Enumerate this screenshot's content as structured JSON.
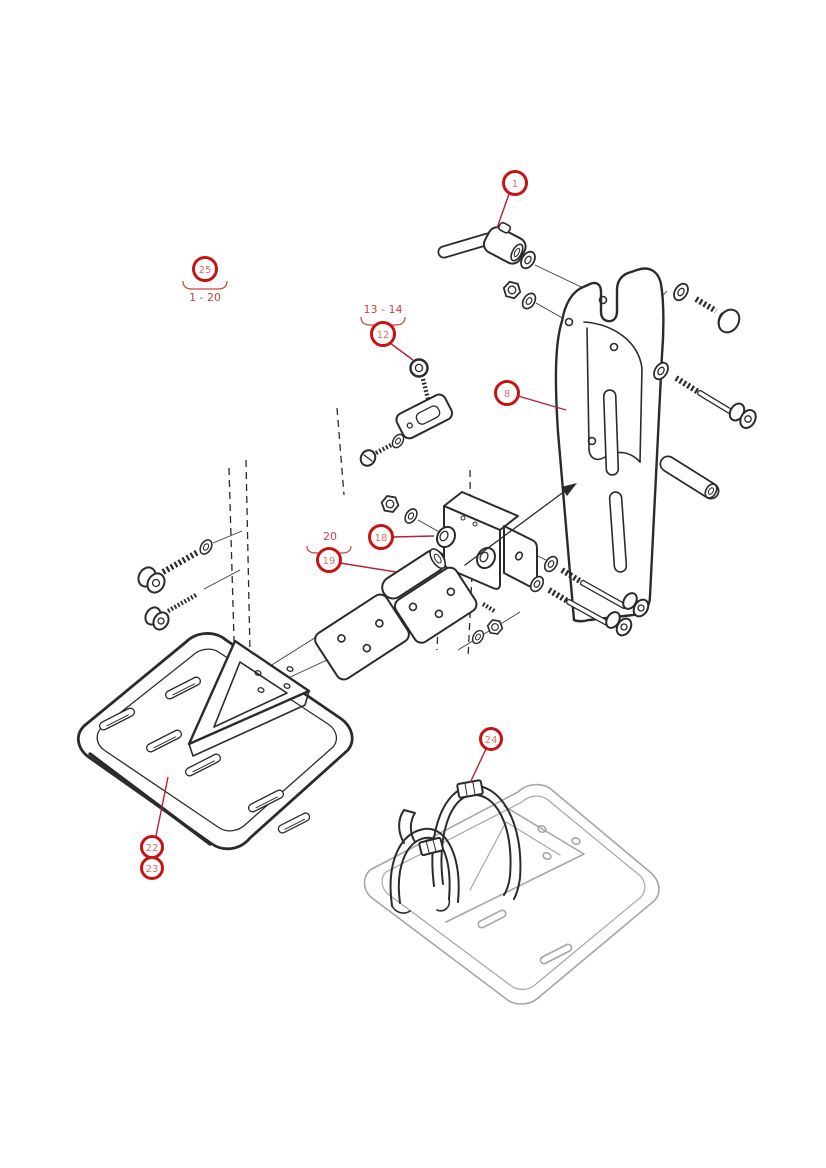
{
  "diagram": {
    "description": "Exploded parts diagram of a footplate / footrest assembly with strap detail",
    "colors": {
      "ink": "#2b2b2b",
      "ghost_gray": "#a6a6a6",
      "callout_ring_red": "#c61414",
      "callout_number_red": "#d9706a",
      "label_red": "#c64545",
      "leader_red": "#b22334",
      "background": "#ffffff"
    },
    "callouts": {
      "c1": {
        "number": "1"
      },
      "c25": {
        "number": "25",
        "range_label": "1 - 20"
      },
      "c12": {
        "number": "12",
        "range_label": "13 - 14"
      },
      "c8": {
        "number": "8"
      },
      "c18": {
        "number": "18"
      },
      "c19": {
        "number": "19",
        "range_label": "20"
      },
      "c22": {
        "number": "22"
      },
      "c23": {
        "number": "23"
      },
      "c24": {
        "number": "24"
      }
    }
  }
}
